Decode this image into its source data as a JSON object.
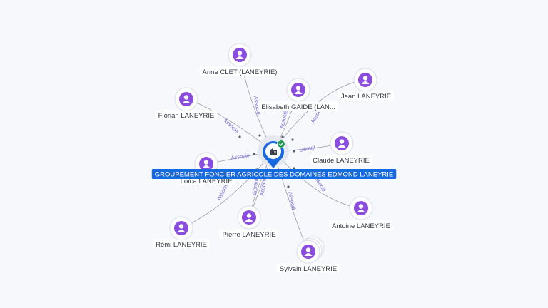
{
  "company": {
    "name": "GROUPEMENT FONCIER AGRICOLE DES DOMAINES EDMOND LANEYRIE",
    "icon": "building-icon",
    "status_icon": "verified-check-icon"
  },
  "people": [
    {
      "name": "Anne CLET (LANEYRIE)",
      "icon": "person-icon"
    },
    {
      "name": "Elisabeth GAIDE (LAN...",
      "icon": "person-icon"
    },
    {
      "name": "Jean LANEYRIE",
      "icon": "person-icon"
    },
    {
      "name": "Florian LANEYRIE",
      "icon": "person-icon"
    },
    {
      "name": "Claude LANEYRIE",
      "icon": "person-icon"
    },
    {
      "name": "Loïca LANEYRIE",
      "icon": "person-icon"
    },
    {
      "name": "Antoine LANEYRIE",
      "icon": "person-icon"
    },
    {
      "name": "Pierre LANEYRIE",
      "icon": "person-icon"
    },
    {
      "name": "Rémi LANEYRIE",
      "icon": "person-icon"
    },
    {
      "name": "Sylvain LANEYRIE",
      "icon": "person-icon"
    }
  ],
  "edges": [
    {
      "label": "Associé"
    },
    {
      "label": "Associé"
    },
    {
      "label": "Associé"
    },
    {
      "label": "Associé"
    },
    {
      "label": "Gérant"
    },
    {
      "label": "Associé"
    },
    {
      "label": "Associé"
    },
    {
      "label": "Gérant"
    },
    {
      "label": "Associé"
    },
    {
      "label": "Associé"
    },
    {
      "label": "Associé"
    }
  ],
  "colors": {
    "accent": "#1769e0",
    "person": "#8a4de0",
    "edge_label": "#7b6bd6",
    "check": "#1d9b56"
  }
}
